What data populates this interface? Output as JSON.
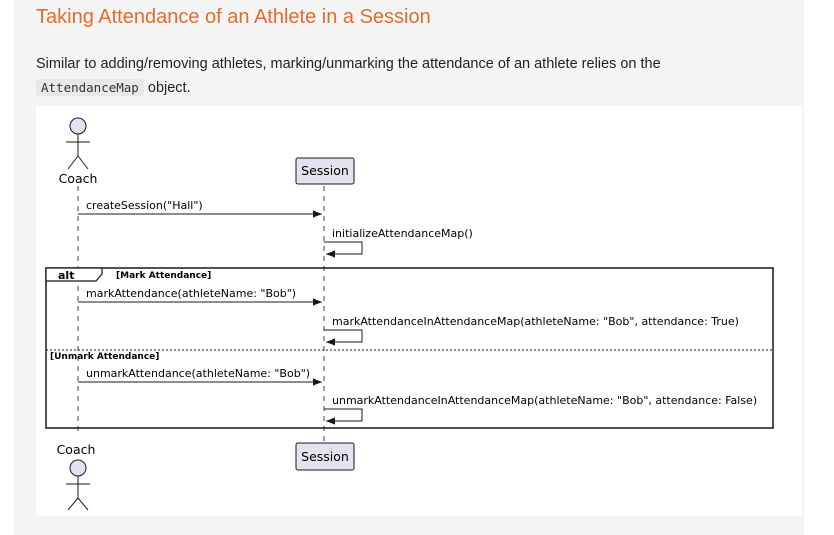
{
  "header": {
    "title": "Taking Attendance of an Athlete in a Session"
  },
  "intro": {
    "text_before": "Similar to adding/removing athletes, marking/unmarking the attendance of an athlete relies on the",
    "code": "AttendanceMap",
    "text_after": "object."
  },
  "diagram": {
    "participants": {
      "actor_top": "Coach",
      "actor_bottom": "Coach",
      "session_top": "Session",
      "session_bottom": "Session"
    },
    "messages": {
      "create_session": "createSession(\"Hall\")",
      "init_map": "initializeAttendanceMap()",
      "mark_attendance": "markAttendance(athleteName: \"Bob\")",
      "mark_in_map": "markAttendanceInAttendanceMap(athleteName: \"Bob\", attendance: True)",
      "unmark_attendance": "unmarkAttendance(athleteName: \"Bob\")",
      "unmark_in_map": "unmarkAttendanceInAttendanceMap(athleteName: \"Bob\", attendance: False)"
    },
    "fragment": {
      "type": "alt",
      "guard_1": "[Mark Attendance]",
      "guard_2": "[Unmark Attendance]"
    }
  },
  "colors": {
    "heading": "#e36c2d",
    "participant_fill": "#e2e2f0",
    "participant_border": "#181818"
  }
}
